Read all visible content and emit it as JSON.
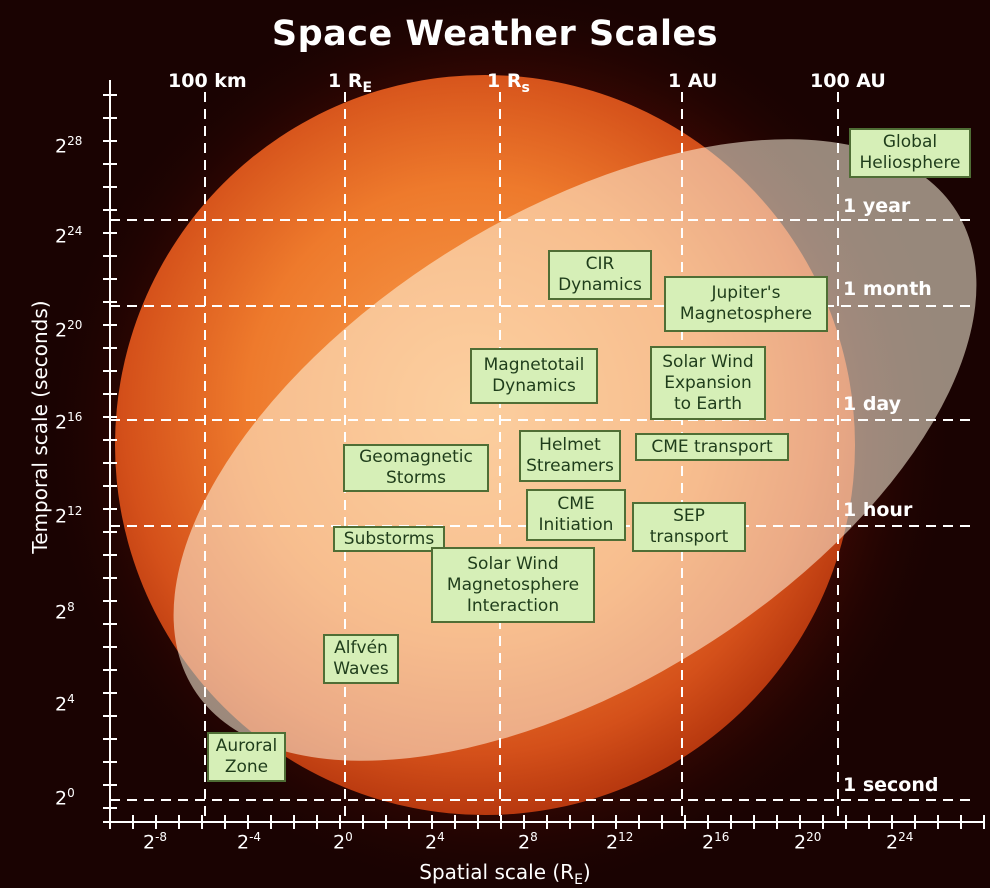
{
  "title": "Space Weather Scales",
  "spatial_markers": {
    "km100": "100 km",
    "re_prefix": "1 R",
    "re_sub": "E",
    "rs_prefix": "1 R",
    "rs_sub": "s",
    "au1": "1 AU",
    "au100": "100 AU"
  },
  "temporal_markers": {
    "year": "1 year",
    "month": "1 month",
    "day": "1 day",
    "hour": "1 hour",
    "second": "1 second"
  },
  "y_axis": {
    "label": "Temporal scale (seconds)",
    "ticks": [
      {
        "base": "2",
        "exp": "28"
      },
      {
        "base": "2",
        "exp": "24"
      },
      {
        "base": "2",
        "exp": "20"
      },
      {
        "base": "2",
        "exp": "16"
      },
      {
        "base": "2",
        "exp": "12"
      },
      {
        "base": "2",
        "exp": "8"
      },
      {
        "base": "2",
        "exp": "4"
      },
      {
        "base": "2",
        "exp": "0"
      }
    ]
  },
  "x_axis": {
    "label_prefix": "Spatial scale (R",
    "label_sub": "E",
    "label_suffix": ")",
    "ticks": [
      {
        "base": "2",
        "exp": "-8"
      },
      {
        "base": "2",
        "exp": "-4"
      },
      {
        "base": "2",
        "exp": "0"
      },
      {
        "base": "2",
        "exp": "4"
      },
      {
        "base": "2",
        "exp": "8"
      },
      {
        "base": "2",
        "exp": "12"
      },
      {
        "base": "2",
        "exp": "16"
      },
      {
        "base": "2",
        "exp": "20"
      },
      {
        "base": "2",
        "exp": "24"
      }
    ]
  },
  "phenomena": {
    "global_heliosphere": "Global\nHeliosphere",
    "cir_dynamics": "CIR\nDynamics",
    "jupiters_magnetosphere": "Jupiter's\nMagnetosphere",
    "magnetotail_dynamics": "Magnetotail\nDynamics",
    "solar_wind_expansion": "Solar Wind\nExpansion\nto Earth",
    "helmet_streamers": "Helmet\nStreamers",
    "cme_transport": "CME transport",
    "geomagnetic_storms": "Geomagnetic\nStorms",
    "cme_initiation": "CME\nInitiation",
    "sep_transport": "SEP\ntransport",
    "substorms": "Substorms",
    "sw_magnetosphere": "Solar Wind\nMagnetosphere\nInteraction",
    "alfven_waves": "Alfvén\nWaves",
    "auroral_zone": "Auroral\nZone"
  },
  "colors": {
    "background": "#1a0302",
    "sun": "#e8651a",
    "ellipse": "#fff6e0",
    "box_fill": "#d6efb7",
    "box_border": "#4f6e35"
  }
}
